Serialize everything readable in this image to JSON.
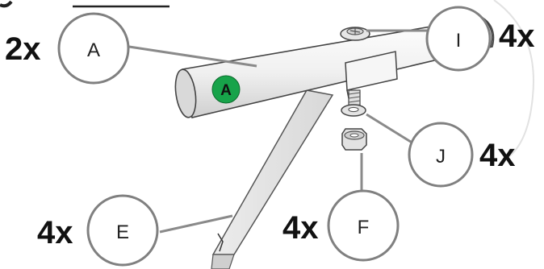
{
  "parts": {
    "A": {
      "label": "A",
      "qty": "2x"
    },
    "I": {
      "label": "I",
      "qty": "4x"
    },
    "J": {
      "label": "J",
      "qty": "4x"
    },
    "F": {
      "label": "F",
      "qty": "4x"
    },
    "E": {
      "label": "E",
      "qty": "4x"
    }
  },
  "tube_badge": {
    "label": "A",
    "color": "#17a34a"
  },
  "colors": {
    "line": "#8a8a8a",
    "circle_stroke": "#808080",
    "part_fill": "#f2f2f2",
    "part_stroke": "#555555"
  }
}
